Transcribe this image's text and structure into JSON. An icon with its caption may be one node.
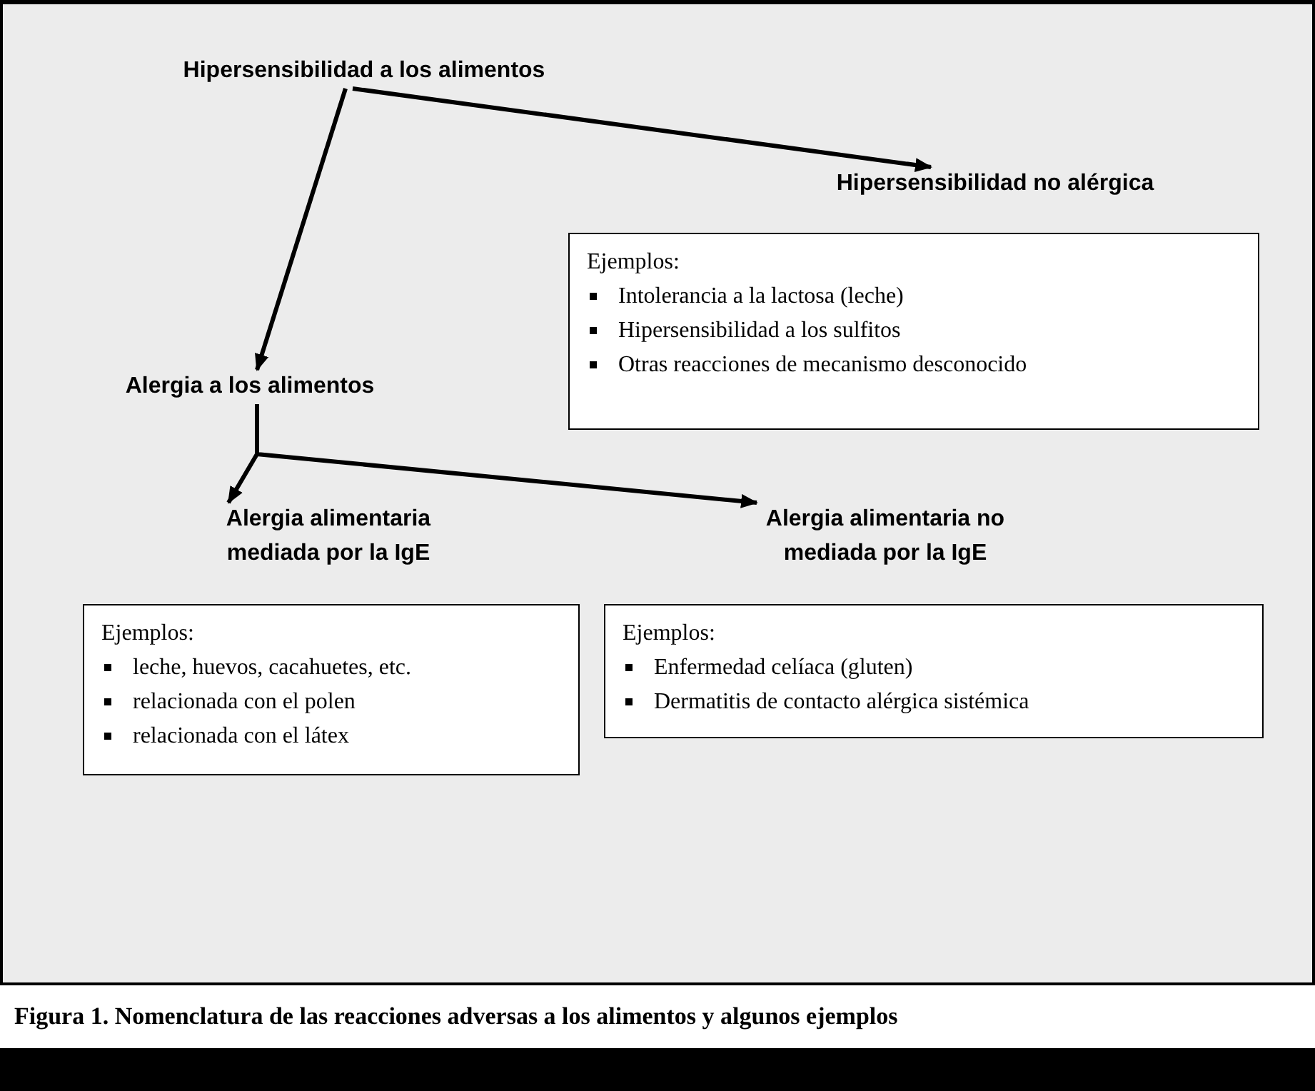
{
  "diagram": {
    "caption": "Figura 1. Nomenclatura de las reacciones adversas a los alimentos y algunos ejemplos",
    "nodes": [
      {
        "text": [
          "Hipersensibilidad a los alimentos"
        ]
      },
      {
        "text": [
          "Hipersensibilidad no alérgica"
        ]
      },
      {
        "text": [
          "Ejemplos:",
          "Intolerancia a la lactosa (leche)",
          "Hipersensibilidad a los sulfitos",
          "Otras reacciones de mecanismo desconocido"
        ]
      },
      {
        "text": [
          "Alergia a los alimentos"
        ]
      },
      {
        "text": [
          "Alergia alimentaria mediada por la IgE"
        ]
      },
      {
        "text": [
          "Ejemplos:",
          "leche, huevos, cacahuetes, etc.",
          "relacionada con el polen",
          "relacionada con el látex"
        ]
      },
      {
        "text": [
          "Alergia alimentaria no mediada por la IgE"
        ]
      },
      {
        "text": [
          "Ejemplos:",
          "Enfermedad celíaca (gluten)",
          "Dermatitis de contacto alérgica sistémica"
        ]
      }
    ],
    "edges": [
      {
        "from": 0,
        "to": 1,
        "arrow": "to"
      },
      {
        "from": 0,
        "to": 3,
        "arrow": "to"
      },
      {
        "from": 3,
        "to": 4,
        "arrow": "to"
      },
      {
        "from": 3,
        "to": 6,
        "arrow": "to"
      }
    ]
  }
}
